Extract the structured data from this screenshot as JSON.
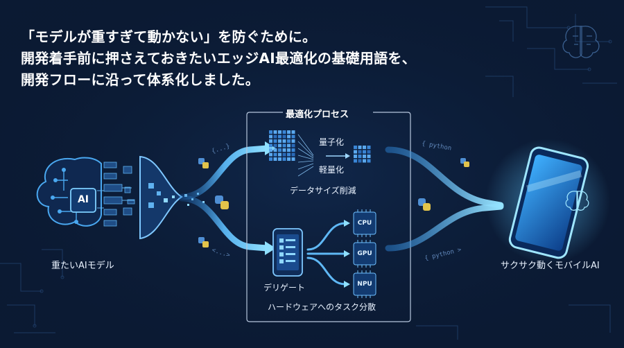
{
  "headline": {
    "line1": "「モデルが重すぎて動かない」を防ぐために。",
    "line2": "開発着手前に押さえておきたいエッジAI最適化の基礎用語を、",
    "line3": "開発フローに沿って体系化しました。"
  },
  "process": {
    "title": "最適化プロセス",
    "quantization": "量子化",
    "lightweight": "軽量化",
    "data_size_reduction": "データサイズ削減",
    "delegate": "デリゲート",
    "hardware_distribution": "ハードウェアへのタスク分散"
  },
  "source": {
    "label": "重たいAIモデル",
    "ai_badge": "AI"
  },
  "target": {
    "label": "サクサク動くモバイルAI"
  },
  "chips": {
    "cpu": "CPU",
    "gpu": "GPU",
    "npu": "NPU"
  },
  "code_tags": {
    "tag1": "{...}",
    "tag2": "<...>",
    "tag3": "{ python",
    "tag4": "{ python >"
  },
  "colors": {
    "background": "#0b1a33",
    "accent": "#3fa9f5",
    "glow": "#7fd4ff",
    "panel_border": "#b7c7dd"
  },
  "icons": [
    "brain-icon",
    "funnel-icon",
    "python-icon",
    "grid-matrix-icon",
    "phone-icon",
    "chip-icon",
    "arrow-icon"
  ]
}
